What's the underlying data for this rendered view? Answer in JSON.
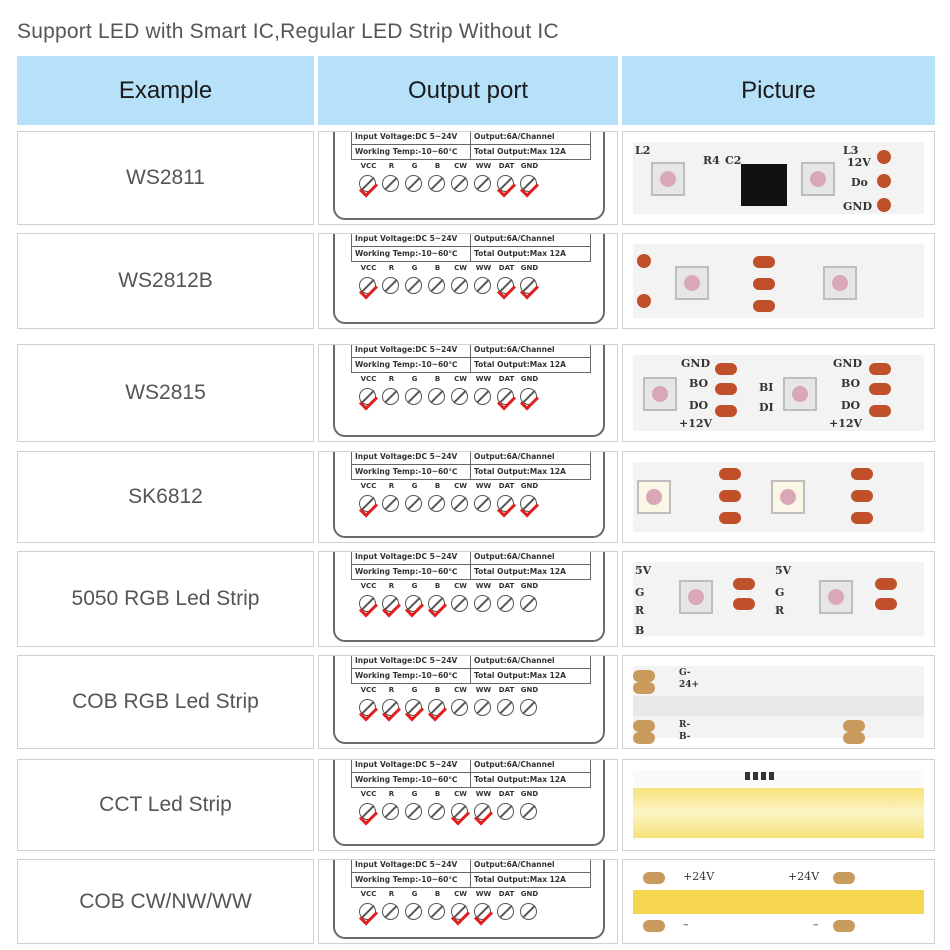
{
  "title": "Support LED with Smart IC,Regular LED Strip Without IC",
  "headers": [
    "Example",
    "Output port",
    "Picture"
  ],
  "port": {
    "input_voltage": "Input Voltage:DC  5~24V",
    "output": "Output:6A/Channel",
    "working_temp": "Working  Temp:-10~60℃",
    "total_output": "Total Output:Max  12A",
    "pins": [
      "VCC",
      "R",
      "G",
      "B",
      "CW",
      "WW",
      "DAT",
      "GND"
    ]
  },
  "rows": [
    {
      "label": "WS2811",
      "ticks": [
        true,
        false,
        false,
        false,
        false,
        false,
        true,
        true
      ]
    },
    {
      "label": "WS2812B",
      "ticks": [
        true,
        false,
        false,
        false,
        false,
        false,
        true,
        true
      ]
    },
    {
      "label": "WS2815",
      "ticks": [
        true,
        false,
        false,
        false,
        false,
        false,
        true,
        true
      ]
    },
    {
      "label": "SK6812",
      "ticks": [
        true,
        false,
        false,
        false,
        false,
        false,
        true,
        true
      ]
    },
    {
      "label": "5050 RGB Led Strip",
      "ticks": [
        true,
        true,
        true,
        true,
        false,
        false,
        false,
        false
      ]
    },
    {
      "label": "COB RGB Led Strip",
      "ticks": [
        true,
        true,
        true,
        true,
        false,
        false,
        false,
        false
      ]
    },
    {
      "label": "CCT Led Strip",
      "ticks": [
        true,
        false,
        false,
        false,
        true,
        true,
        false,
        false
      ]
    },
    {
      "label": "COB CW/NW/WW",
      "ticks": [
        true,
        false,
        false,
        false,
        true,
        true,
        false,
        false
      ]
    }
  ],
  "pictures": {
    "ws2811": {
      "l2": "L2",
      "r4": "R4",
      "c2": "C2",
      "l3": "L3",
      "v12": "12V",
      "do": "Do",
      "gnd": "GND"
    },
    "ws2815": {
      "gnd": "GND",
      "bo": "BO",
      "do": "DO",
      "bi": "BI",
      "di": "DI",
      "v12": "+12V"
    },
    "strip5050": {
      "v5": "5V",
      "g": "G",
      "r": "R",
      "b": "B"
    },
    "cob_rgb": {
      "g": "G-",
      "v24": "24+",
      "r": "R-",
      "b": "B-"
    },
    "cob_cw": {
      "v24": "+24V",
      "minus": "–"
    }
  }
}
